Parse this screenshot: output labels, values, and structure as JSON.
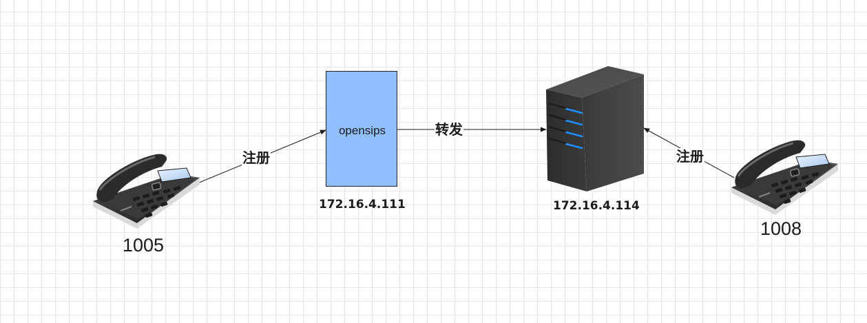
{
  "diagram": {
    "proxy": {
      "name": "opensips",
      "ip": "172.16.4.111",
      "fill_color": "#8fbfff",
      "icon": "server-box"
    },
    "server": {
      "ip": "172.16.4.114",
      "icon": "server-tower-icon"
    },
    "phone_left": {
      "extension": "1005",
      "icon": "desk-phone-icon"
    },
    "phone_right": {
      "extension": "1008",
      "icon": "desk-phone-icon"
    },
    "edges": {
      "left_register": "注册",
      "forward": "转发",
      "right_register": "注册"
    },
    "colors": {
      "grid": "#e6e6e6",
      "line": "#1a1a1a",
      "server_led": "#1e90ff"
    }
  }
}
